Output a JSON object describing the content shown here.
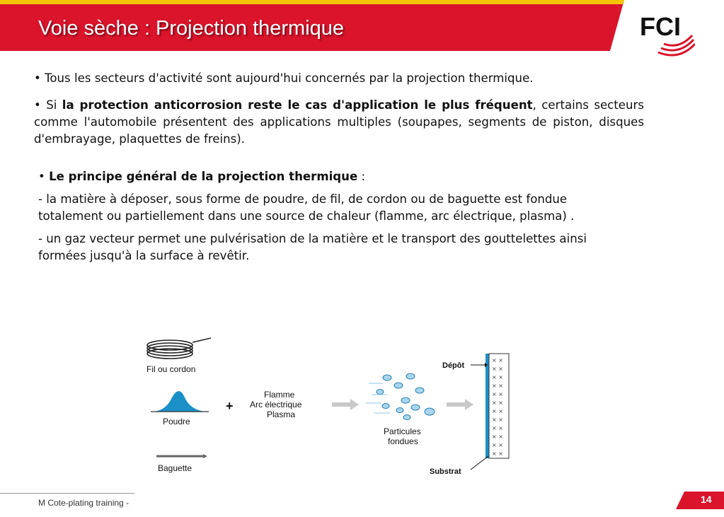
{
  "colors": {
    "header_red": "#d9142b",
    "accent_yellow": "#f5c400",
    "text": "#111111",
    "diagram_blue": "#1a8fc8"
  },
  "header": {
    "title": "Voie sèche : Projection thermique",
    "logo_text": "FCI"
  },
  "body": {
    "p1": "• Tous les secteurs d'activité sont aujourd'hui concernés par la projection thermique.",
    "p2_prefix": "• Si ",
    "p2_bold": "la protection anticorrosion reste le cas d'application le plus fréquent",
    "p2_rest": ", certains secteurs comme l'automobile présentent des applications multiples (soupapes, segments de piston, disques d'embrayage, plaquettes de freins).",
    "principle_bullet": "• ",
    "principle_bold": "Le principe général de la projection thermique",
    "principle_colon": " :",
    "dash1": "- la matière à déposer, sous forme de poudre, de fil, de cordon ou de baguette est fondue totalement ou partiellement dans une source de chaleur (flamme, arc électrique, plasma) .",
    "dash2": "- un gaz vecteur permet une pulvérisation de la matière et le transport des gouttelettes ainsi formées jusqu'à la surface à revêtir."
  },
  "diagram": {
    "wire_label": "Fil ou cordon",
    "powder_label": "Poudre",
    "rod_label": "Baguette",
    "plus": "+",
    "source_lines": [
      "Flamme",
      "Arc électrique",
      "Plasma"
    ],
    "particles_lines": [
      "Particules",
      "fondues"
    ],
    "deposit_label": "Dépôt",
    "substrate_label": "Substrat"
  },
  "footer": {
    "text": "M Cote-plating training -",
    "page_number": "14"
  }
}
